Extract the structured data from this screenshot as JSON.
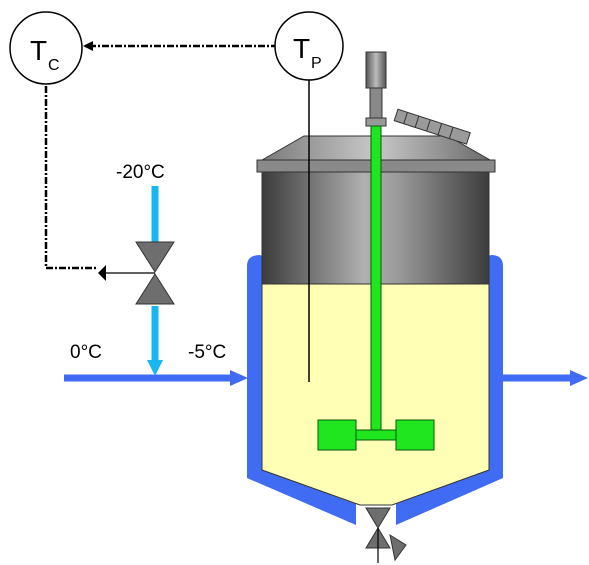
{
  "controllers": {
    "tc": {
      "main": "T",
      "sub": "C"
    },
    "tp": {
      "main": "T",
      "sub": "P"
    }
  },
  "temperatures": {
    "coolant_top": "-20°C",
    "inlet": "0°C",
    "mixed": "-5°C"
  },
  "colors": {
    "jacket_blue": "#3f6cf2",
    "coolant_cyan": "#19b7f2",
    "liquid": "#ffffb5",
    "agitator_green": "#1fe61f",
    "valve_gray": "#6e6e6e"
  }
}
